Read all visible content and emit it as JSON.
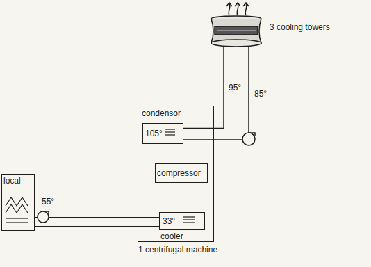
{
  "diagram": {
    "nodes": [
      {
        "text": [
          "3 cooling towers"
        ]
      },
      {
        "text": [
          "condensor",
          "cooler",
          "1 centrifugal machine"
        ]
      },
      {
        "text": [
          "105°"
        ],
        "in": 1
      },
      {
        "text": [
          "compressor"
        ],
        "in": 1
      },
      {
        "text": [
          "33°"
        ],
        "in": 1
      },
      {
        "text": [
          "local"
        ]
      }
    ],
    "edges": [
      {
        "from": 2,
        "to": 0,
        "arrow": "none",
        "label": "95°"
      },
      {
        "from": 0,
        "to": 2,
        "arrow": "none",
        "label": "85°"
      },
      {
        "from": 4,
        "to": 5,
        "arrow": "none",
        "label": "55°"
      },
      {
        "from": 5,
        "to": 4,
        "arrow": "none"
      }
    ]
  }
}
